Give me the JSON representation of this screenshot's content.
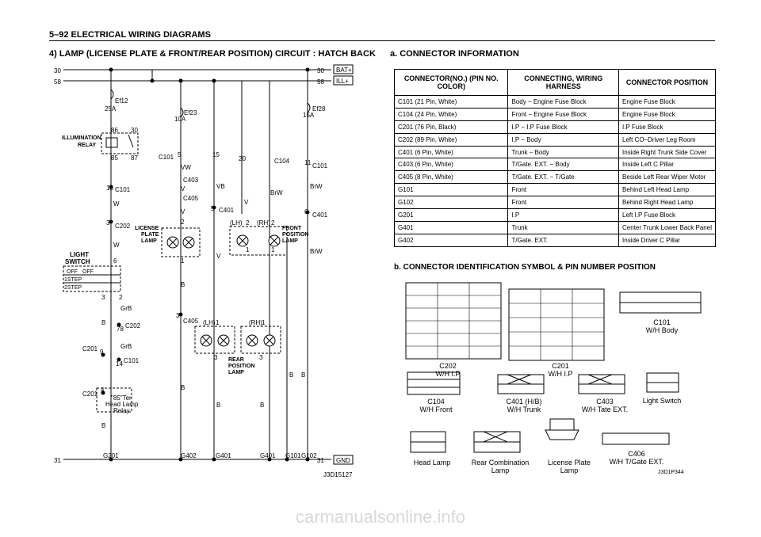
{
  "page": {
    "header": "5–92   ELECTRICAL WIRING DIAGRAMS",
    "left_title": "4) LAMP (LICENSE PLATE & FRONT/REAR POSITION) CIRCUIT : HATCH BACK",
    "right_title": "a. CONNECTOR INFORMATION",
    "symbol_title": "b. CONNECTOR IDENTIFICATION SYMBOL & PIN NUMBER POSITION",
    "watermark": "carmanualsonline.info"
  },
  "diagram": {
    "rail_30": "30",
    "rail_58": "58",
    "rail_31": "31",
    "bat_label": "BAT+",
    "ill_label": "ILL+",
    "gnd_label": "GND",
    "code_left": "J3D15127",
    "code_right": "J3D1P344",
    "ef12": "Ef12",
    "ef12_amp": "25A",
    "ef23": "Ef23",
    "ef23_amp": "10A",
    "ef28": "Ef28",
    "ef28_amp": "15A",
    "relay_l1": "ILLUMINATION",
    "relay_l2": "RELAY",
    "p86": "86",
    "p30": "30",
    "p85": "85",
    "p87": "87",
    "c101": "C101",
    "c202": "C202",
    "c403": "C403",
    "c405": "C405",
    "c401": "C401",
    "c104": "C104",
    "c201": "C201",
    "g201": "G201",
    "g402": "G402",
    "g401": "G401",
    "g101": "G101",
    "g102": "G102",
    "lic_l1": "LICENSE",
    "lic_l2": "PLATE",
    "lic_l3": "LAMP",
    "front_l1": "FRONT",
    "front_l2": "POSITION",
    "front_l3": "LAMP",
    "rear_l1": "REAR",
    "rear_l2": "POSITION",
    "rear_l3": "LAMP",
    "ls_l1": "LIGHT",
    "ls_l2": "SWITCH",
    "ls_off": "OFF",
    "ls_1": "1STEP",
    "ls_2": "2STEP",
    "ter_l1": "\"85\"Ter",
    "ter_l2": "Head Lamp",
    "ter_l3": "Relay",
    "lh": "(LH)",
    "rh": "(RH)",
    "w_vw": "VW",
    "w_v": "V",
    "w_vb": "VB",
    "w_brw": "BrW",
    "w_w": "W",
    "w_b": "B",
    "w_grb": "GrB",
    "n5": "5",
    "n15": "15",
    "n20": "20",
    "n11": "11",
    "n18": "18",
    "n3": "3",
    "n6": "6",
    "n2": "2",
    "n1": "1",
    "n78": "78",
    "n9": "9",
    "n14": "14",
    "n4": "4"
  },
  "connector_table": {
    "headers": [
      "CONNECTOR(NO.) (PIN NO. COLOR)",
      "CONNECTING, WIRING HARNESS",
      "CONNECTOR POSITION"
    ],
    "rows": [
      [
        "C101 (21 Pin, White)",
        "Body − Engine Fuse Block",
        "Engine Fuse Block"
      ],
      [
        "C104 (24 Pin, White)",
        "Front − Engine Fuse Block",
        "Engine Fuse Block"
      ],
      [
        "C201 (76 Pin, Black)",
        "I.P − I.P Fuse Block",
        "I.P Fuse Block"
      ],
      [
        "C202 (89 Pin, White)",
        "I.P − Body",
        "Left CO–Driver Leg Room"
      ],
      [
        "C401 (6 Pin, White)",
        "Trunk – Body",
        "Inside Right Trunk Side Cover"
      ],
      [
        "C403 (6 Pin, White)",
        "T/Gate. EXT. − Body",
        "Inside Left C Pillar"
      ],
      [
        "C405 (8 Pin, White)",
        "T/Gate. EXT. − T/Gate",
        "Beside Left Rear Wiper Motor"
      ],
      [
        "G101",
        "Front",
        "Behind Left Head Lamp"
      ],
      [
        "G102",
        "Front",
        "Behind Right Head Lamp"
      ],
      [
        "G201",
        "I.P",
        "Left I.P Fuse Block"
      ],
      [
        "G401",
        "Trunk",
        "Center Trunk Lower Back Panel"
      ],
      [
        "G402",
        "T/Gate. EXT.",
        "Inside Driver C Pillar"
      ]
    ]
  },
  "symbols": {
    "c202": [
      "C202",
      "W/H I.P"
    ],
    "c201": [
      "C201",
      "W/H I.P"
    ],
    "c101": [
      "C101",
      "W/H Body"
    ],
    "c104": [
      "C104",
      "W/H Front"
    ],
    "c401": [
      "C401 (H/B)",
      "W/H Trunk"
    ],
    "c403": [
      "C403",
      "W/H Tate EXT."
    ],
    "ls": [
      "Light Switch"
    ],
    "hl": [
      "Head Lamp"
    ],
    "rc": [
      "Rear Combination",
      "Lamp"
    ],
    "lp": [
      "License Plate",
      "Lamp"
    ],
    "c406": [
      "C406",
      "W/H T/Gate EXT."
    ]
  }
}
